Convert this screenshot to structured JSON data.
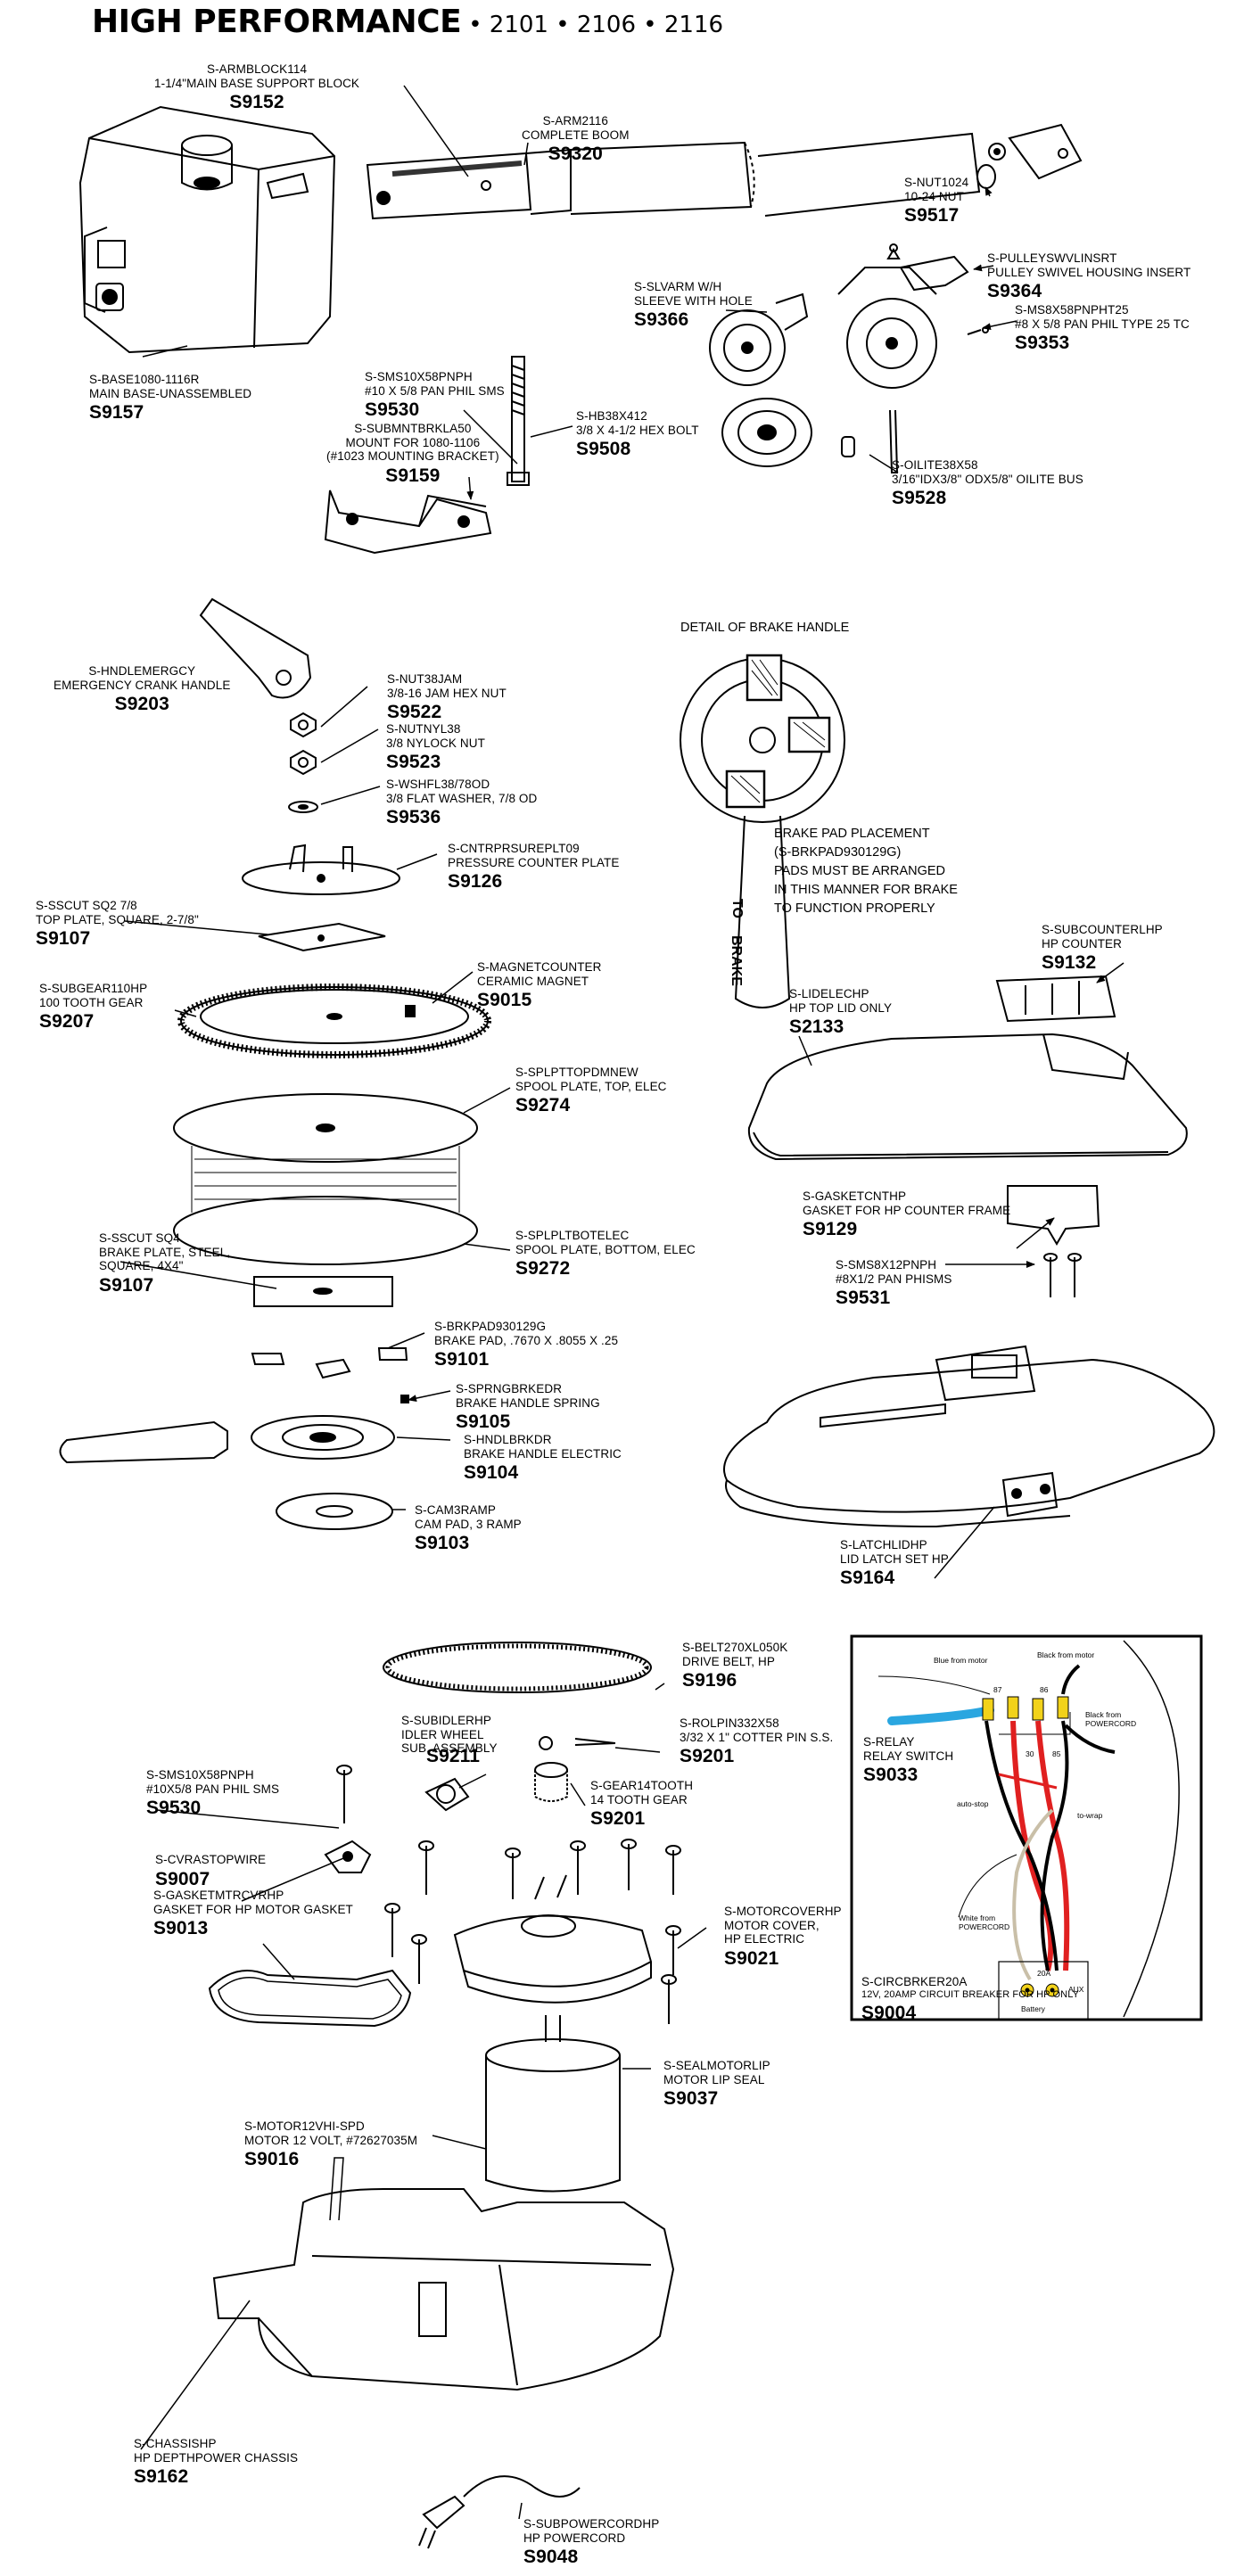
{
  "header": {
    "title": "HIGH PERFORMANCE",
    "models": "• 2101 • 2106 • 2116"
  },
  "parts": [
    {
      "id": "armblock",
      "code": "S-ARMBLOCK114",
      "desc": "1-1/4\"MAIN BASE SUPPORT BLOCK",
      "pn": "S9152"
    },
    {
      "id": "arm",
      "code": "S-ARM2116",
      "desc": "COMPLETE BOOM",
      "pn": "S9320"
    },
    {
      "id": "nut1024",
      "code": "S-NUT1024",
      "desc": "10-24 NUT",
      "pn": "S9517"
    },
    {
      "id": "pulleyswvl",
      "code": "S-PULLEYSWVLINSRT",
      "desc": "PULLEY SWIVEL HOUSING INSERT",
      "pn": "S9364"
    },
    {
      "id": "slvarm",
      "code": "S-SLVARM W/H",
      "desc": "SLEEVE WITH HOLE",
      "pn": "S9366"
    },
    {
      "id": "ms8x58",
      "code": "S-MS8X58PNPHT25",
      "desc": "#8 x 5/8 PAN PHIL TYPE 25 TC",
      "pn": "S9353"
    },
    {
      "id": "base",
      "code": "S-BASE1080-1116R",
      "desc": "MAIN BASE-UNASSEMBLED",
      "pn": "S9157"
    },
    {
      "id": "sms10top",
      "code": "S-SMS10X58PNPH",
      "desc": "#10 x 5/8 PAN PHIL SMS",
      "pn": "S9530"
    },
    {
      "id": "hb38",
      "code": "S-HB38X412",
      "desc": "3/8 X 4-1/2 HEX BOLT",
      "pn": "S9508"
    },
    {
      "id": "submnt",
      "code": "S-SUBMNTBRKLA50",
      "desc": "MOUNT FOR 1080-1106",
      "desc2": "(#1023 MOUNTING BRACKET)",
      "pn": "S9159"
    },
    {
      "id": "oilite",
      "code": "S-OILITE38X58",
      "desc": "3/16\"IDx3/8\" ODx5/8\" OILITE BUS",
      "pn": "S9528"
    },
    {
      "id": "hndlemergcy",
      "code": "S-HNDLEMERGCY",
      "desc": "EMERGENCY CRANK HANDLE",
      "pn": "S9203"
    },
    {
      "id": "nut38jam",
      "code": "S-NUT38JAM",
      "desc": "3/8-16 JAM HEX NUT",
      "pn": "S9522"
    },
    {
      "id": "nutnyl",
      "code": "S-NUTNYL38",
      "desc": "3/8 NYLOCK NUT",
      "pn": "S9523"
    },
    {
      "id": "washer",
      "code": "S-WSHFL38/78OD",
      "desc": "3/8 FLAT WASHER, 7/8 OD",
      "pn": "S9536"
    },
    {
      "id": "cntrp",
      "code": "S-CNTRPRSUREPLT09",
      "desc": "PRESSURE COUNTER PLATE",
      "pn": "S9126"
    },
    {
      "id": "sscut78",
      "code": "S-SSCUT SQ2 7/8",
      "desc": "TOP PLATE, SQUARE, 2-7/8\"",
      "pn": "S9107"
    },
    {
      "id": "magnet",
      "code": "S-MAGNETCOUNTER",
      "desc": "CERAMIC MAGNET",
      "pn": "S9015"
    },
    {
      "id": "gear110",
      "code": "S-SUBGEAR110HP",
      "desc": "100 TOOTH GEAR",
      "pn": "S9207"
    },
    {
      "id": "spltop",
      "code": "S-SPLPTTOPDMNEW",
      "desc": "SPOOL PLATE, TOP, ELEC",
      "pn": "S9274"
    },
    {
      "id": "splbot",
      "code": "S-SPLPLTBOTELEC",
      "desc": "SPOOL PLATE, BOTTOM, ELEC",
      "pn": "S9272"
    },
    {
      "id": "sscut4",
      "code": "S-SSCUT SQ4",
      "desc": "BRAKE PLATE, STEEL,",
      "desc2": "SQUARE, 4X4\"",
      "pn": "S9107"
    },
    {
      "id": "brkpad",
      "code": "S-BRKPAD930129G",
      "desc": "BRAKE PAD, .7670 X .8055 X .25",
      "pn": "S9101"
    },
    {
      "id": "sprng",
      "code": "S-SPRNGBRKEDR",
      "desc": "BRAKE HANDLE SPRING",
      "pn": "S9105"
    },
    {
      "id": "hndlbrk",
      "code": "S-HNDLBRKDR",
      "desc": "BRAKE HANDLE ELECTRIC",
      "pn": "S9104"
    },
    {
      "id": "cam",
      "code": "S-CAM3RAMP",
      "desc": "CAM PAD, 3 RAMP",
      "pn": "S9103"
    },
    {
      "id": "subcounter",
      "code": "S-SUBCOUNTERLHP",
      "desc": "HP COUNTER",
      "pn": "S9132"
    },
    {
      "id": "lid",
      "code": "S-LIDELECHP",
      "desc": "HP TOP LID ONLY",
      "pn": "S2133"
    },
    {
      "id": "gasketcnt",
      "code": "S-GASKETCNTHP",
      "desc": "GASKET FOR HP COUNTER FRAME",
      "pn": "S9129"
    },
    {
      "id": "sms8",
      "code": "S-SMS8X12PNPH",
      "desc": "#8X1/2 PAN PHISMS",
      "pn": "S9531"
    },
    {
      "id": "latch",
      "code": "S-LATCHLIDHP",
      "desc": "LID LATCH SET HP",
      "pn": "S9164"
    },
    {
      "id": "belt",
      "code": "S-BELT270XL050K",
      "desc": "DRIVE BELT, HP",
      "pn": "S9196"
    },
    {
      "id": "idler",
      "code": "S-SUBIDLERHP",
      "desc": "IDLER WHEEL",
      "desc2": "SUB. ASSEMBLY",
      "pn": "S9211"
    },
    {
      "id": "rolpin",
      "code": "S-ROLPIN332X58",
      "desc": "3/32 X 1\" COTTER PIN S.S.",
      "pn": "S9201"
    },
    {
      "id": "sms10low",
      "code": "S-SMS10X58PNPH",
      "desc": "#10X5/8 PAN PHIL SMS",
      "pn": "S9530"
    },
    {
      "id": "gear14",
      "code": "S-GEAR14TOOTH",
      "desc": "14 TOOTH GEAR",
      "pn": "S9201"
    },
    {
      "id": "cvrastop",
      "code": "S-CVRASTOPWIRE",
      "desc": "",
      "pn": "S9007"
    },
    {
      "id": "gasketmtr",
      "code": "S-GASKETMTRCVRHP",
      "desc": "GASKET FOR HP MOTOR GASKET",
      "pn": "S9013"
    },
    {
      "id": "motorcover",
      "code": "S-MOTORCOVERHP",
      "desc": "MOTOR COVER,",
      "desc2": "HP ELECTRIC",
      "pn": "S9021"
    },
    {
      "id": "seal",
      "code": "S-SEALMOTORLIP",
      "desc": "MOTOR LIP SEAL",
      "pn": "S9037"
    },
    {
      "id": "motor",
      "code": "S-MOTOR12VHI-SPD",
      "desc": "MOTOR 12 VOLT, #72627035M",
      "pn": "S9016"
    },
    {
      "id": "chassis",
      "code": "S-CHASSISHP",
      "desc": "HP DEPTHPOWER CHASSIS",
      "pn": "S9162"
    },
    {
      "id": "powercord",
      "code": "S-SUBPOWERCORDHP",
      "desc": "HP POWERCORD",
      "pn": "S9048"
    },
    {
      "id": "relay",
      "code": "S-RELAY",
      "desc": "RELAY SWITCH",
      "pn": "S9033"
    },
    {
      "id": "circbrkr",
      "code": "S-CIRCBRKER20A",
      "desc": "12V, 20AMP CIRCUIT BREAKER FOR HP ONLY",
      "pn": "S9004"
    }
  ],
  "brake_detail": {
    "title": "DETAIL OF BRAKE HANDLE",
    "note": [
      "BRAKE PAD PLACEMENT",
      "(S-BRKPAD930129G)",
      "PADS MUST BE ARRANGED",
      "IN THIS MANNER FOR BRAKE",
      "TO FUNCTION PROPERLY"
    ],
    "arrow_text": "TO",
    "arrow_text2": "BRAKE"
  },
  "wiring": {
    "blue_from_motor": "Blue from motor",
    "black_from_motor": "Black from motor",
    "black_from_powercord": "Black from POWERCORD",
    "auto_stop": "auto-stop",
    "to_wrap": "to-wrap",
    "white_from_powercord": "White from POWERCORD",
    "battery": "Battery",
    "aux": "AUX",
    "amp": "20A",
    "t1": "87",
    "t2": "30",
    "t3": "86",
    "t4": "85"
  },
  "colors": {
    "line": "#000000",
    "blue_wire": "#2aa6e0",
    "red_wire": "#e02020",
    "yellow_terminal": "#f2d21a",
    "white_wire": "#c9bfa8"
  }
}
